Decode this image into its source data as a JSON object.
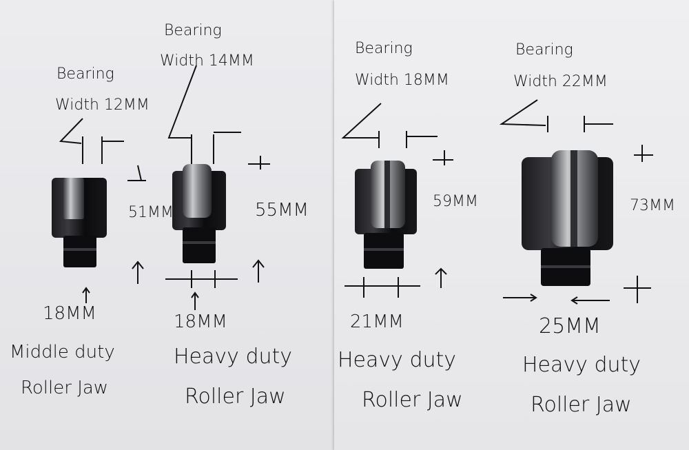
{
  "jaws": [
    {
      "bearing_label": "Bearing",
      "width_label": "Width 12MM",
      "height_label": "51MM",
      "shaft_label": "18MM",
      "type_line1": "Middle duty",
      "type_line2": "Roller Jaw"
    },
    {
      "bearing_label": "Bearing",
      "width_label": "Width 14MM",
      "height_label": "55MM",
      "shaft_label": "18MM",
      "type_line1": "Heavy duty",
      "type_line2": "Roller Jaw"
    },
    {
      "bearing_label": "Bearing",
      "width_label": "Width 18MM",
      "height_label": "59MM",
      "shaft_label": "21MM",
      "type_line1": "Heavy duty",
      "type_line2": "Roller Jaw"
    },
    {
      "bearing_label": "Bearing",
      "width_label": "Width 22MM",
      "height_label": "73MM",
      "shaft_label": "25MM",
      "type_line1": "Heavy duty",
      "type_line2": "Roller Jaw"
    }
  ],
  "colors": {
    "paper": "#ececef",
    "ink": "#111111",
    "metal_black": "#0d0d0f",
    "bearing_steel": "#9a9ca0"
  }
}
